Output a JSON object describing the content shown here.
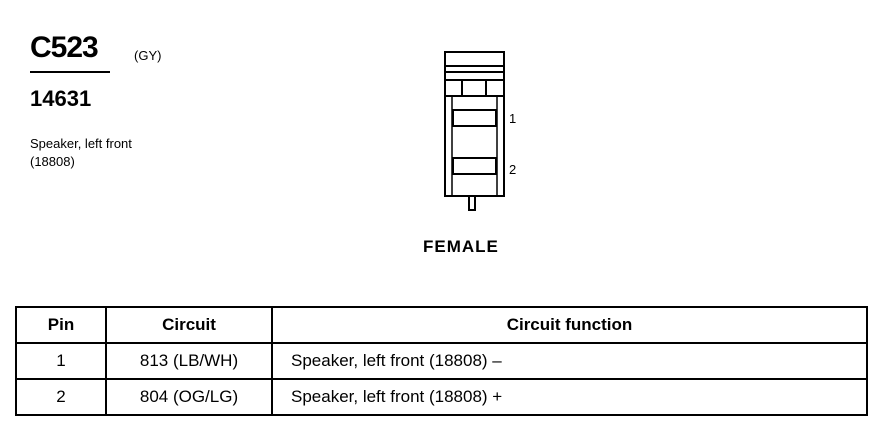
{
  "header": {
    "connector_id": "C523",
    "color_code": "(GY)",
    "part_number": "14631",
    "description_line1": "Speaker, left front",
    "description_line2": "(18808)"
  },
  "connector": {
    "pin_labels": [
      "1",
      "2"
    ],
    "gender": "FEMALE"
  },
  "table": {
    "headers": [
      "Pin",
      "Circuit",
      "Circuit function"
    ],
    "rows": [
      {
        "pin": "1",
        "circuit": "813 (LB/WH)",
        "function": "Speaker, left front (18808) –"
      },
      {
        "pin": "2",
        "circuit": "804 (OG/LG)",
        "function": "Speaker, left front (18808) +"
      }
    ]
  }
}
